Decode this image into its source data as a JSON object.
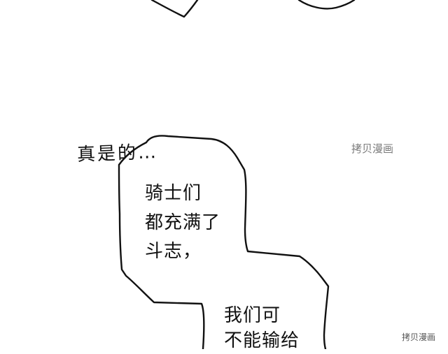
{
  "dialogue": {
    "hand_text": "真是的…",
    "bubble_lines": [
      "骑士们",
      "都充满了",
      "斗志，",
      "我们可",
      "不能输给"
    ]
  },
  "watermarks": {
    "top": "拷贝漫画",
    "bottom": "拷贝漫画"
  }
}
